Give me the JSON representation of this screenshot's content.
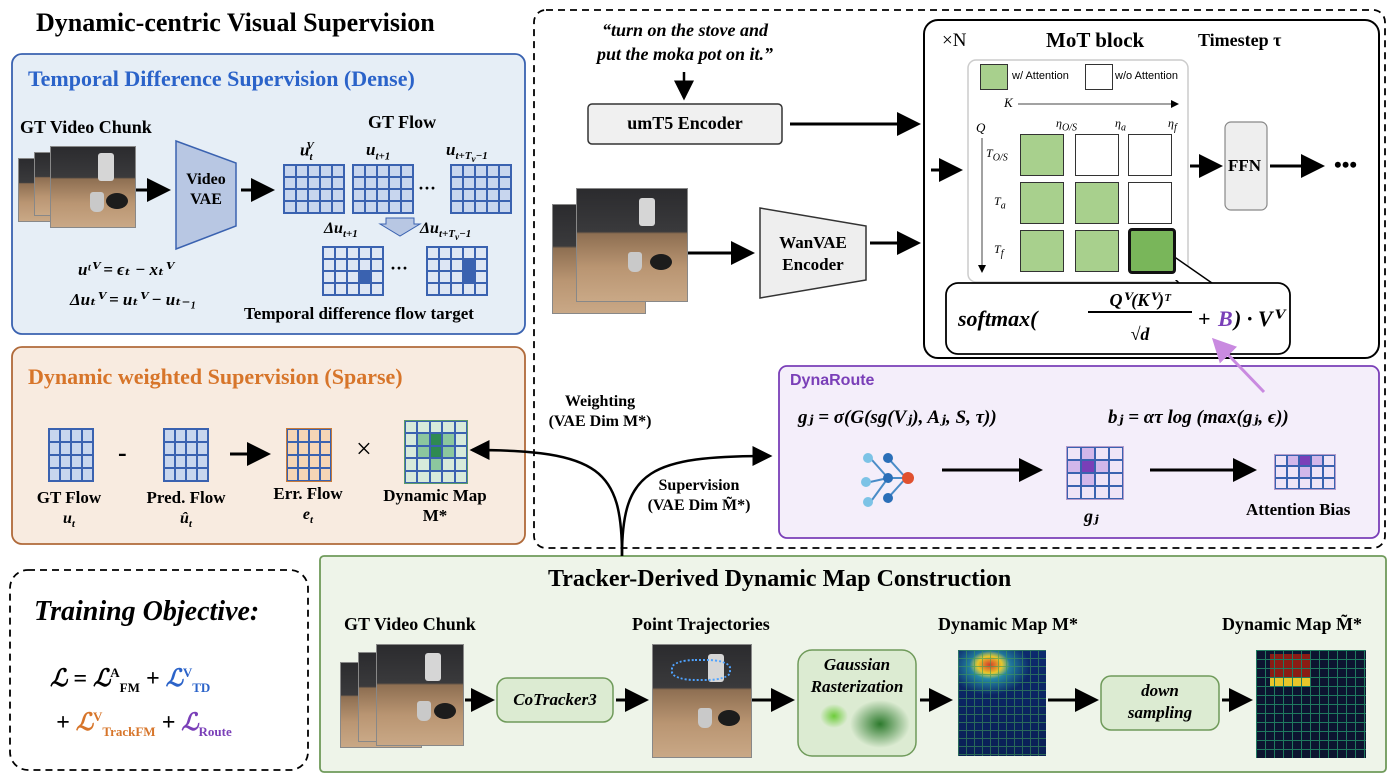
{
  "title": "Dynamic-centric Visual Supervision",
  "td": {
    "title": "Temporal Difference Supervision (Dense)",
    "gt_video_chunk": "GT Video Chunk",
    "vae_line1": "Video",
    "vae_line2": "VAE",
    "gt_flow": "GT Flow",
    "u_t": "u",
    "ellipsis": "···",
    "eq1": "uᵗⱽ = ϵₜ − xₜⱽ",
    "eq2": "Δuₜⱽ = uₜⱽ − uₜ₋₁",
    "target": "Temporal difference flow target"
  },
  "dw": {
    "title": "Dynamic weighted Supervision (Sparse)",
    "minus": "-",
    "times": "×",
    "gt_flow": "GT Flow",
    "pred_flow": "Pred. Flow",
    "err_flow": "Err. Flow",
    "dyn_map": "Dynamic Map",
    "m_star": "M*"
  },
  "weighting": {
    "line1": "Weighting",
    "line2": "(VAE Dim M*)"
  },
  "supervision": {
    "line1": "Supervision",
    "line2": "(VAE Dim M̃*)"
  },
  "prompt": {
    "line1": "“turn on the stove and",
    "line2": "put the moka pot on it.”"
  },
  "umt5": "umT5 Encoder",
  "wanvae": {
    "line1": "WanVAE",
    "line2": "Encoder"
  },
  "mot": {
    "times_n": "×N",
    "title": "MoT block",
    "timestep": "Timestep τ",
    "legend_with": "w/ Attention",
    "legend_without": "w/o Attention",
    "k": "K",
    "q": "Q",
    "col_os": "ηO/S",
    "col_a": "ηa",
    "col_f": "ηf",
    "row_os": "TO/S",
    "row_a": "Ta",
    "row_f": "Tf",
    "ffn": "FFN",
    "more": "•••",
    "softmax": "softmax(",
    "frac_num": "Qⱽ(Kⱽ)ᵀ",
    "frac_den": "√d",
    "plus": "+",
    "bias": "B",
    "close": ") · Vⱽ"
  },
  "dynaroute": {
    "title": "DynaRoute",
    "eq_g": "gⱼ = σ(G(sg(Vⱼ), Aⱼ, S, τ))",
    "eq_b": "bⱼ = ατ log (max(gⱼ, ϵ))",
    "gj": "gⱼ",
    "bias": "Attention Bias"
  },
  "tracker": {
    "title": "Tracker-Derived Dynamic Map Construction",
    "gt_video_chunk": "GT Video Chunk",
    "cotracker": "CoTracker3",
    "point_traj": "Point Trajectories",
    "gauss_line1": "Gaussian",
    "gauss_line2": "Rasterization",
    "dyn_map": "Dynamic Map M*",
    "down_line1": "down",
    "down_line2": "sampling",
    "dyn_map_tilde": "Dynamic Map M̃*"
  },
  "objective": {
    "title": "Training Objective:",
    "l": "ℒ",
    "eq": "=",
    "l_fm_sup": "A",
    "l_fm_sub": "FM",
    "l_td_sup": "V",
    "l_td_sub": "TD",
    "l_track_sup": "V",
    "l_track_sub": "TrackFM",
    "l_route_sub": "Route",
    "plus": "+",
    "colors": {
      "td": "#2b63c9",
      "track": "#d7752a",
      "route": "#7a3fb8"
    }
  }
}
